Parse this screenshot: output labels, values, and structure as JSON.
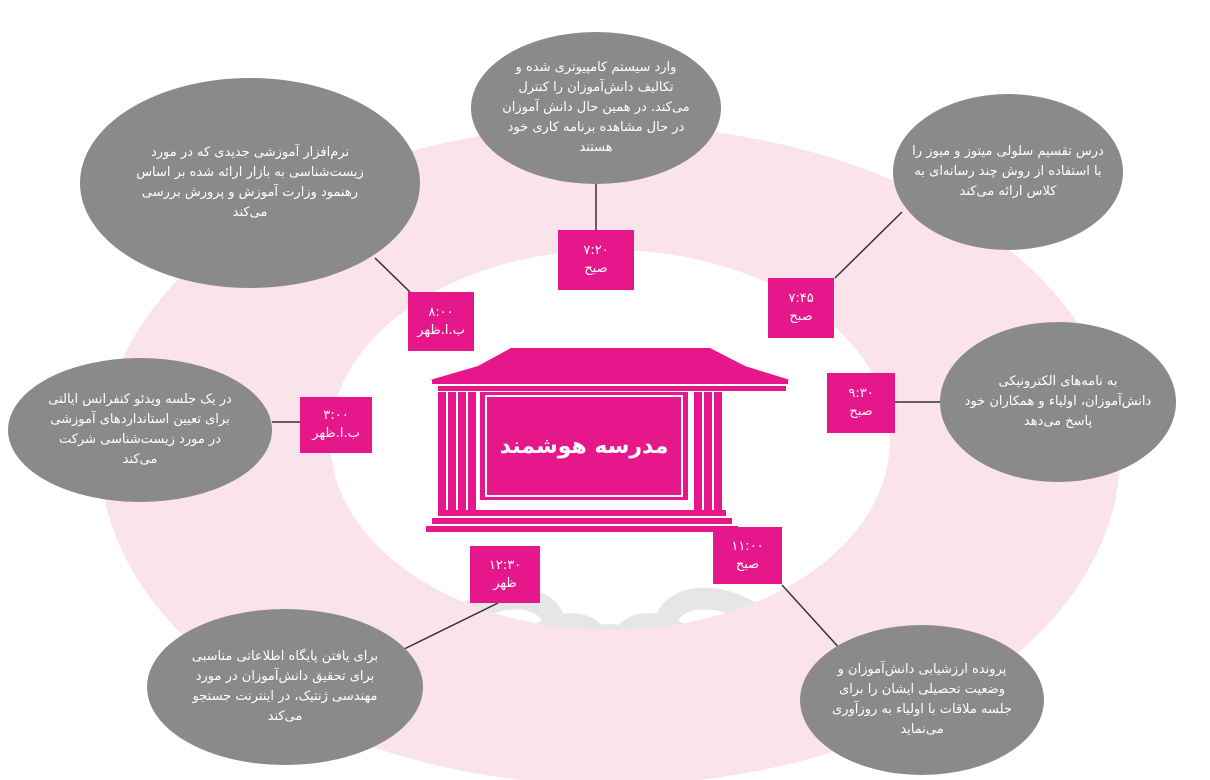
{
  "center": {
    "title": "مدرسه هوشمند"
  },
  "colors": {
    "accent": "#e6178b",
    "bubble": "#8a8a8c",
    "ring": "#fbe3ec",
    "line": "#333333",
    "watermark": "#e4e4e4"
  },
  "events": [
    {
      "id": "e720",
      "time": "۷:۲۰",
      "period": "صبح",
      "lines": [
        "وارد سیستم کامپیوتری شده و",
        "تکالیف دانش‌آموزان را کنترل",
        "می‌کند. در همین حال دانش آموزان",
        "در حال مشاهده برنامه کاری خود",
        "هستند"
      ]
    },
    {
      "id": "e745",
      "time": "۷:۴۵",
      "period": "صبح",
      "lines": [
        "درس تقسیم سلولی میتوز و میوز را",
        "با استفاده از روش چند رسانه‌ای به",
        "کلاس ارائه می‌کند"
      ]
    },
    {
      "id": "e930",
      "time": "۹:۳۰",
      "period": "صبح",
      "lines": [
        "به نامه‌های الکترونیکی",
        "دانش‌آموزان، اولیاء و همکاران خود",
        "پاسخ می‌دهد"
      ]
    },
    {
      "id": "e1100",
      "time": "۱۱:۰۰",
      "period": "صبح",
      "lines": [
        "پرونده ارزشیابی دانش‌آموزان و",
        "وضعیت تحصیلی ایشان را برای",
        "جلسه ملاقات با اولیاء به روزآوری",
        "می‌نماید"
      ]
    },
    {
      "id": "e1230",
      "time": "۱۲:۳۰",
      "period": "ظهر",
      "lines": [
        "برای یافتن پایگاه اطلاعاتی مناسبی",
        "برای تحقیق دانش‌آموزان در مورد",
        "مهندسی ژنتیک، در اینترنت جستجو",
        "می‌کند"
      ]
    },
    {
      "id": "e300",
      "time": "۳:۰۰",
      "period": "ب.ا.ظهر",
      "lines": [
        "در یک جلسه ویدئو کنفرانس ایالتی",
        "برای تعیین استانداردهای آموزشی",
        "در مورد زیست‌شناسی شرکت",
        "می‌کند"
      ]
    },
    {
      "id": "e800",
      "time": "۸:۰۰",
      "period": "ب.ا.ظهر",
      "lines": [
        "نرم‌افزار آموزشی جدیدی که در مورد",
        "زیست‌شناسی به بازار ارائه شده بر اساس",
        "رهنمود وزارت آموزش و پرورش بررسی",
        "می‌کند"
      ]
    }
  ]
}
